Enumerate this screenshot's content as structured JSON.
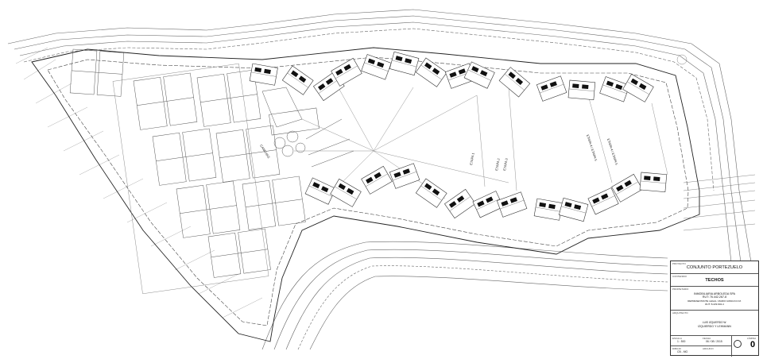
{
  "labels": {
    "canchas": "CANCHAS",
    "etapa1": "ETAPA 1",
    "etapa2": "ETAPA 2",
    "etapa3": "ETAPA 3",
    "etapa_diag": "ETAPA 4 / ETAPA 5"
  },
  "title_block": {
    "proyecto_label": "PROYECTO",
    "proyecto": "CONJUNTO PORTEZUELO",
    "contenido_label": "CONTENIDO",
    "contenido": "TECHOS",
    "propietario_label": "PROPIETARIO",
    "propietario_1": "INMOBILIARIA ARBOLEDA SPA",
    "propietario_2": "RUT: 76.442.267-8",
    "propietario_3": "REPRESENTANTE LEGAL: MARIO IANNUCCI M.",
    "propietario_4": "RUT: 8.229.904-4",
    "arquitecto_label": "ARQUITECTO",
    "arquitecto_1": "LUIS IZQUIERDO W.",
    "arquitecto_2": "IZQUIERDO Y LEHMANN",
    "escala_label": "ESCALA",
    "escala": "1 : 500",
    "fecha_label": "FECHA",
    "fecha": "06 / 08 / 2015",
    "lamina_label": "LÁMINA",
    "lamina": "0",
    "dibujo_label": "DIBUJO",
    "dibujo": "CB - MG",
    "archivo_label": "ARCHIVO",
    "archivo": ""
  }
}
